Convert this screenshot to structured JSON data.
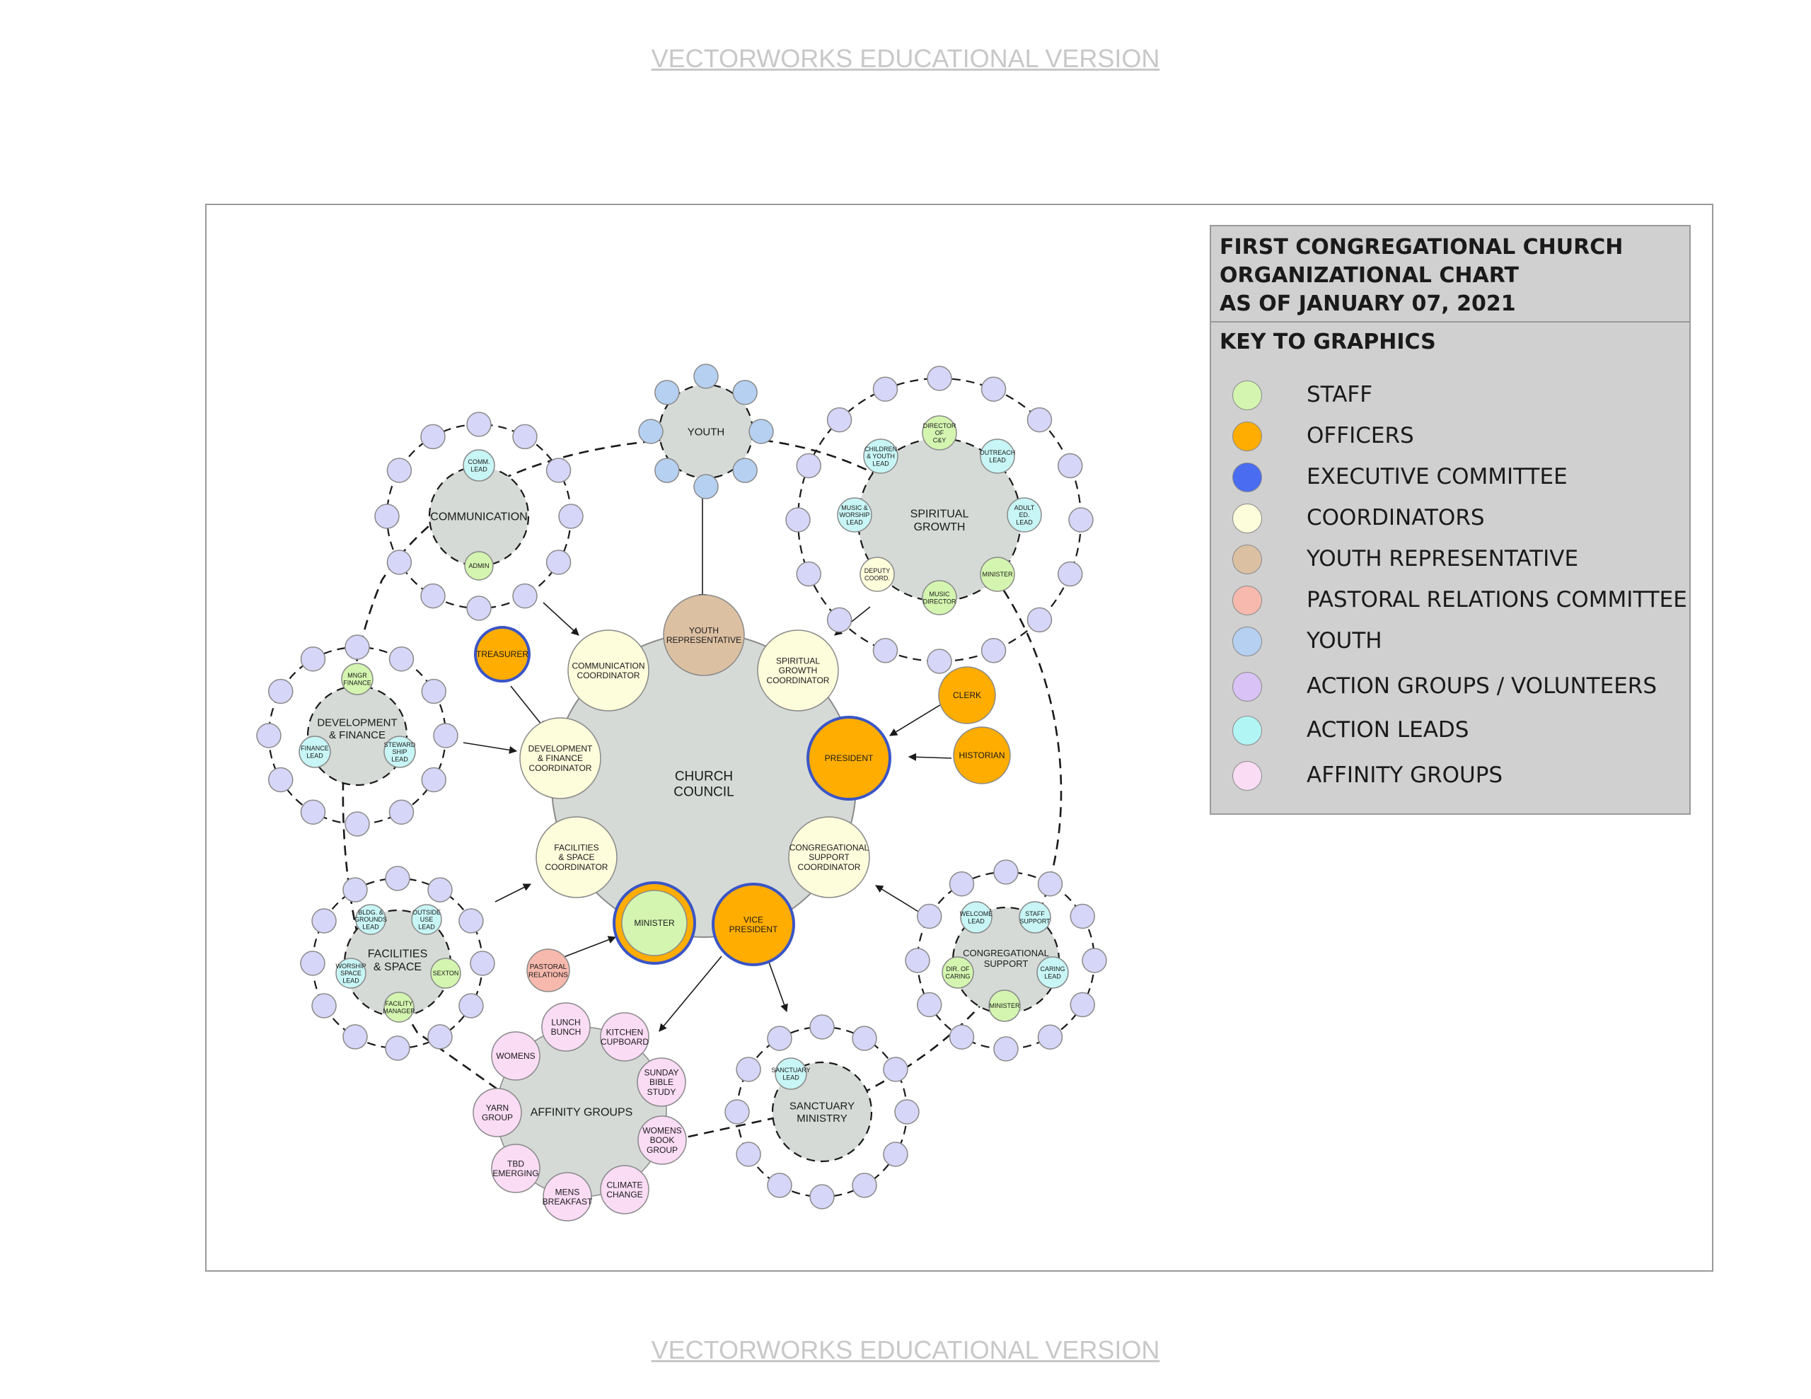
{
  "watermark": "VECTORWORKS EDUCATIONAL VERSION",
  "legend": {
    "title_lines": [
      "FIRST CONGREGATIONAL CHURCH",
      "ORGANIZATIONAL CHART",
      "AS OF JANUARY 07, 2021"
    ],
    "key_heading": "KEY TO GRAPHICS",
    "items": [
      {
        "label": "STAFF",
        "color": "#d4f5b0"
      },
      {
        "label": "OFFICERS",
        "color": "#ffad00"
      },
      {
        "label": "EXECUTIVE COMMITTEE",
        "color": "#4a6cf0"
      },
      {
        "label": "COORDINATORS",
        "color": "#fdfcdb"
      },
      {
        "label": "YOUTH REPRESENTATIVE",
        "color": "#dcc0a2"
      },
      {
        "label": "PASTORAL RELATIONS COMMITTEE",
        "color": "#f7b9ad"
      },
      {
        "label": "YOUTH",
        "color": "#b5d0f0"
      },
      {
        "label": "ACTION GROUPS / VOLUNTEERS",
        "color": "#d9c2f5"
      },
      {
        "label": "ACTION LEADS",
        "color": "#b2f5f5"
      },
      {
        "label": "AFFINITY GROUPS",
        "color": "#fadcf5"
      }
    ]
  },
  "colors": {
    "hub": "#d5dad6",
    "staff": "#d4f5b0",
    "officer": "#ffad00",
    "executive": "#3a55c6",
    "coordinator": "#fdfcdb",
    "youth_rep": "#dcc0a2",
    "pastoral": "#f7b9ad",
    "youth": "#b5d0f0",
    "volunteer": "#d6d6f8",
    "action_lead": "#c8f5f5",
    "affinity": "#fadcf5"
  },
  "diagram": {
    "council": "CHURCH\nCOUNCIL",
    "youth_rep": "YOUTH\nREPRESENTATIVE",
    "comm_coord": "COMMUNICATION\nCOORDINATOR",
    "sg_coord": "SPIRITUAL\nGROWTH\nCOORDINATOR",
    "president": "PRESIDENT",
    "cs_coord": "CONGREGATIONAL\nSUPPORT\nCOORDINATOR",
    "vice_president": "VICE\nPRESIDENT",
    "minister_center": "MINISTER",
    "fs_coord": "FACILITIES\n& SPACE\nCOORDINATOR",
    "df_coord": "DEVELOPMENT\n& FINANCE\nCOORDINATOR",
    "treasurer": "TREASURER",
    "clerk": "CLERK",
    "historian": "HISTORIAN",
    "pastoral_relations": "PASTORAL\nRELATIONS",
    "youth_hub": "YOUTH",
    "communication_hub": "COMMUNICATION",
    "comm_lead": "COMM.\nLEAD",
    "admin": "ADMIN",
    "spiritual_growth_hub": "SPIRITUAL\nGROWTH",
    "director_cy": "DIRECTOR\nOF\nC&Y",
    "children_youth_lead": "CHILDREN\n& YOUTH\nLEAD",
    "outreach_lead": "OUTREACH\nLEAD",
    "music_worship_lead": "MUSIC &\nWORSHIP\nLEAD",
    "adult_ed_lead": "ADULT\nED.\nLEAD",
    "deputy_coord": "DEPUTY\nCOORD.",
    "minister_sg": "MINISTER",
    "music_director": "MUSIC\nDIRECTOR",
    "dev_finance_hub": "DEVELOPMENT\n& FINANCE",
    "mngr_finance": "MNGR\nFINANCE",
    "finance_lead": "FINANCE\nLEAD",
    "stewardship_lead": "STEWARD\nSHIP\nLEAD",
    "facilities_hub": "FACILITIES\n& SPACE",
    "bldg_grounds_lead": "BLDG. &\nGROUNDS\nLEAD",
    "outside_use_lead": "OUTSIDE\nUSE\nLEAD",
    "worship_space_lead": "WORSHIP\nSPACE\nLEAD",
    "sexton": "SEXTON",
    "facility_manager": "FACILITY\nMANAGER",
    "cong_support_hub": "CONGREGATIONAL\nSUPPORT",
    "welcome_lead": "WELCOME\nLEAD",
    "staff_support": "STAFF\nSUPPORT",
    "dir_caring": "DIR. OF\nCARING",
    "caring_lead": "CARING\nLEAD",
    "minister_cs": "MINISTER",
    "affinity_hub": "AFFINITY GROUPS",
    "lunch_bunch": "LUNCH\nBUNCH",
    "kitchen_cupboard": "KITCHEN\nCUPBOARD",
    "womens": "WOMENS",
    "sunday_bible_study": "SUNDAY\nBIBLE\nSTUDY",
    "yarn_group": "YARN\nGROUP",
    "womens_book_group": "WOMENS\nBOOK\nGROUP",
    "tbd_emerging": "TBD\nEMERGING",
    "climate_change": "CLIMATE\nCHANGE",
    "mens_breakfast": "MENS\nBREAKFAST",
    "sanctuary_hub": "SANCTUARY\nMINISTRY",
    "sanctuary_lead": "SANCTUARY\nLEAD"
  }
}
